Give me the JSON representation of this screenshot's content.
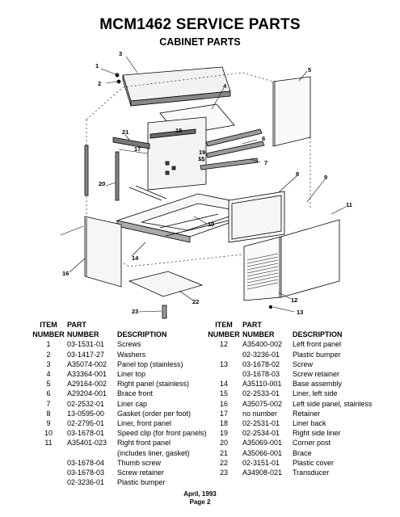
{
  "header": {
    "title": "MCM1462 SERVICE PARTS",
    "subtitle": "CABINET PARTS"
  },
  "diagram": {
    "callouts": [
      "1",
      "2",
      "3",
      "4",
      "5",
      "6",
      "7",
      "8",
      "9",
      "10",
      "11",
      "12",
      "13",
      "14",
      "15",
      "16",
      "17",
      "18",
      "19",
      "20",
      "21",
      "22",
      "23"
    ]
  },
  "table": {
    "headers": {
      "item_top": "ITEM",
      "item_bottom": "NUMBER",
      "part_top": "PART",
      "part_bottom": "NUMBER",
      "description": "DESCRIPTION"
    },
    "left_rows": [
      {
        "item": "1",
        "part": "03-1531-01",
        "description": "Screws"
      },
      {
        "item": "2",
        "part": "03-1417-27",
        "description": "Washers"
      },
      {
        "item": "3",
        "part": "A35074-002",
        "description": "Panel top (stainless)"
      },
      {
        "item": "4",
        "part": "A33364-001",
        "description": "Liner top"
      },
      {
        "item": "5",
        "part": "A29164-002",
        "description": "Right panel (stainless)"
      },
      {
        "item": "6",
        "part": "A29204-001",
        "description": "Brace front"
      },
      {
        "item": "7",
        "part": "02-2532-01",
        "description": "Liner cap"
      },
      {
        "item": "8",
        "part": "13-0595-00",
        "description": "Gasket (order per foot)"
      },
      {
        "item": "9",
        "part": "02-2795-01",
        "description": "Liner, front panel"
      },
      {
        "item": "10",
        "part": "03-1678-01",
        "description": "Speed clip (for front panels)"
      },
      {
        "item": "11",
        "part": "A35401-023",
        "description": "Right front panel"
      },
      {
        "item": "",
        "part": "",
        "description": "(includes liner, gasket)"
      },
      {
        "item": "",
        "part": "03-1678-04",
        "description": "Thumb screw"
      },
      {
        "item": "",
        "part": "03-1678-03",
        "description": "Screw retainer"
      },
      {
        "item": "",
        "part": "02-3236-01",
        "description": "Plastic bumper"
      }
    ],
    "right_rows": [
      {
        "item": "12",
        "part": "A35400-002",
        "description": "Left  front panel"
      },
      {
        "item": "",
        "part": "02-3236-01",
        "description": "Plastic bumper"
      },
      {
        "item": "13",
        "part": "03-1678-02",
        "description": "Screw"
      },
      {
        "item": "",
        "part": "03-1678-03",
        "description": "Screw retainer"
      },
      {
        "item": "14",
        "part": "A35110-001",
        "description": "Base assembly"
      },
      {
        "item": "15",
        "part": "02-2533-01",
        "description": "Liner, left side"
      },
      {
        "item": "16",
        "part": "A35075-002",
        "description": "Left side panel, stainless"
      },
      {
        "item": "17",
        "part": "no number",
        "description": "Retainer"
      },
      {
        "item": "18",
        "part": "02-2531-01",
        "description": "Liner back"
      },
      {
        "item": "19",
        "part": "02-2534-01",
        "description": "Right side liner"
      },
      {
        "item": "20",
        "part": "A35069-001",
        "description": "Corner post"
      },
      {
        "item": "21",
        "part": "A35066-001",
        "description": "Brace"
      },
      {
        "item": "22",
        "part": "02-3151-01",
        "description": "Plastic cover"
      },
      {
        "item": "23",
        "part": "A34908-021",
        "description": "Transducer"
      }
    ]
  },
  "footer": {
    "date": "April, 1993",
    "page": "Page 2"
  }
}
